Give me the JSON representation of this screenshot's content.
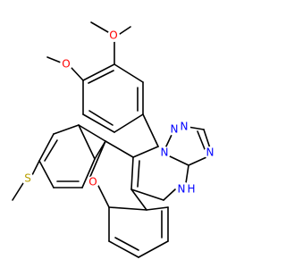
{
  "molecule": {
    "colors": {
      "bond": "#000000",
      "O": "#ff0000",
      "N": "#0000ff",
      "S": "#b8a000",
      "H": "#0000ff"
    },
    "atoms": {
      "o_methoxy_top": "O",
      "o_methoxy_left": "O",
      "n_triazole_1": "N",
      "n_triazole_2": "N",
      "n_triazole_3": "N",
      "n_ring": "N",
      "h_nh": "H",
      "o_ring": "O",
      "s_thio": "S"
    }
  }
}
